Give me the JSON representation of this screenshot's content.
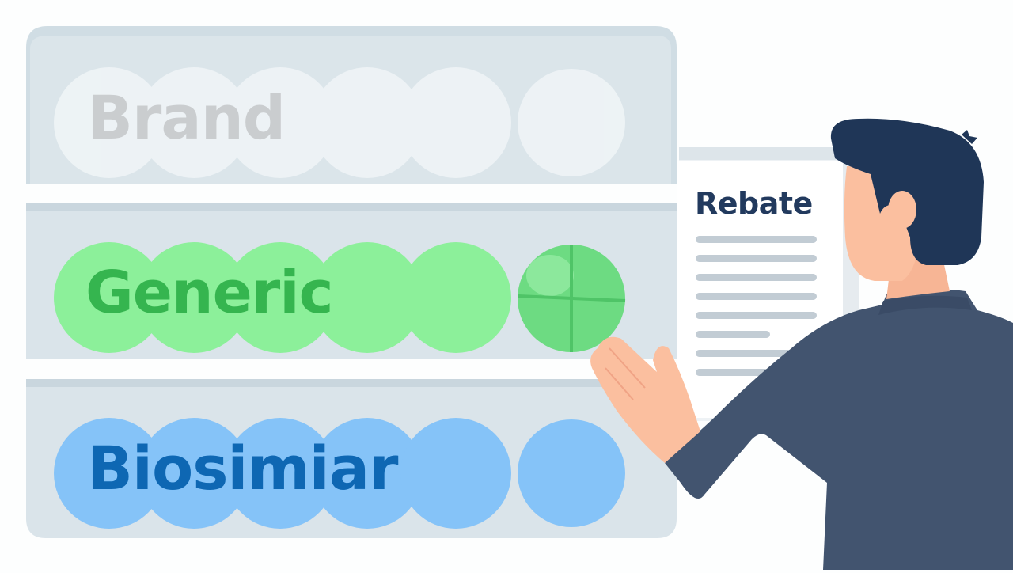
{
  "shelves": [
    {
      "id": "brand",
      "label": "Brand",
      "pill_color": "#eef3f6",
      "text_color": "#cacdcf",
      "pill_count": 6
    },
    {
      "id": "generic",
      "label": "Generic",
      "pill_color": "#8cf09a",
      "text_color": "#35b54f",
      "pill_count": 6,
      "highlighted_pill_color": "#6ddb82"
    },
    {
      "id": "biosimilar",
      "label": "Biosimiar",
      "pill_color": "#85c3f8",
      "text_color": "#0e67b3",
      "pill_count": 6
    }
  ],
  "document": {
    "title": "Rebate",
    "line_count": 8
  },
  "colors": {
    "shelf_bg": "#dae4ea",
    "shelf_top": "#c9d6de",
    "person_hair": "#1f3657",
    "person_skin": "#fbbf9f",
    "person_shirt": "#42546f",
    "doc_lines": "#c2ccd4"
  }
}
